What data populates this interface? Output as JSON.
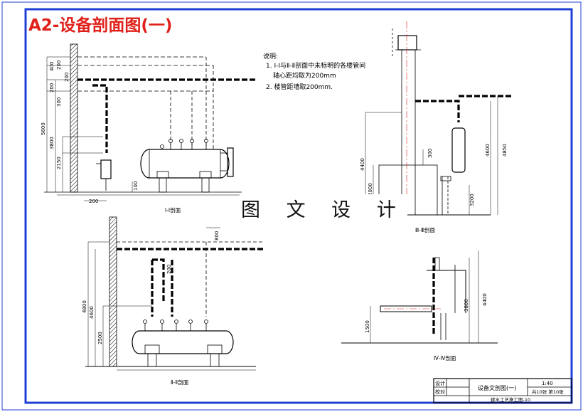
{
  "title": "A2-设备剖面图(一)",
  "watermark": "图 文 设 计",
  "notes": {
    "heading": "说明:",
    "line1": "1. Ⅰ-Ⅰ与Ⅱ-Ⅱ剖面中未标明的各楼管间",
    "line2": "轴心距均取为200mm",
    "line3": "2. 楼管距墙取200mm."
  },
  "section_labels": {
    "s1": "Ⅰ-Ⅰ剖面",
    "s2": "Ⅱ-Ⅱ剖面",
    "s3": "Ⅲ-Ⅲ剖面",
    "s4": "Ⅳ-Ⅳ剖面"
  },
  "dimensions": {
    "s1_5600": "5600",
    "s1_3800": "3800",
    "s1_2150": "2150",
    "s1_400": "400",
    "s1_200a": "200",
    "s1_200b": "200",
    "s1_300": "300",
    "s1_200c": "200",
    "s1_200h": "200",
    "s1_100": "100",
    "s2_4800": "4800",
    "s2_4600": "4600",
    "s2_2500": "2500",
    "s2_200": "200",
    "s2_800": "800",
    "s3_4400": "4400",
    "s3_2000": "2000",
    "s3_4600": "4600",
    "s3_4850": "4850",
    "s3_3200": "3200",
    "s3_300": "300",
    "s4_1500": "1500",
    "s4_3800": "3800",
    "s4_4400": "4400"
  },
  "title_block": {
    "drawing_name": "设备文剖图(一)",
    "scale": "1:40",
    "sheet_info": "共10张 第10张",
    "drawing_no": "建水工艺施工图-10",
    "row1_label": "设计",
    "row2_label": "校对"
  },
  "colors": {
    "title": "#e0201a",
    "frame": "#1f3fd6",
    "lines": "#000000"
  }
}
